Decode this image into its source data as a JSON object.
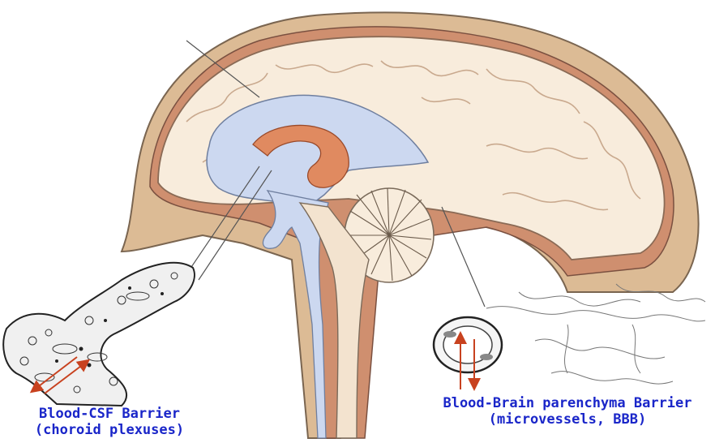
{
  "captions": {
    "left_line1": "Blood-CSF Barrier",
    "left_line2": "(choroid plexuses)",
    "right_line1": "Blood-Brain parenchyma Barrier",
    "right_line2": "(microvessels, BBB)"
  },
  "colors": {
    "skull": "#d9b792",
    "dura": "#c9856a",
    "brain": "#f8ecdc",
    "ventricle": "#ccd8f0",
    "choroid_plexus": "#e08a60",
    "caption_text": "#1a26c9",
    "arrow": "#c8421f",
    "ink": "#333333"
  }
}
